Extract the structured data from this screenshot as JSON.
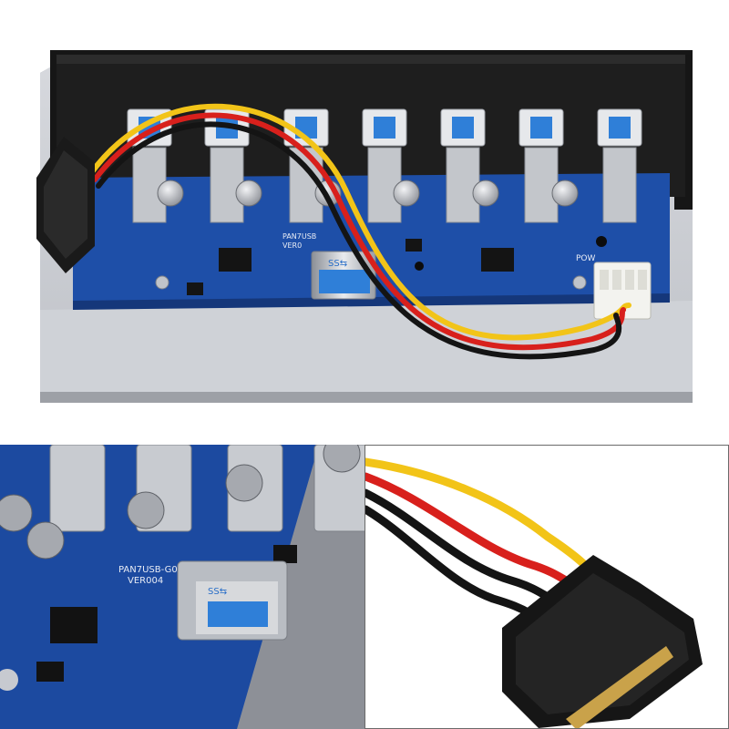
{
  "main_photo": {
    "pcb_labels": {
      "model": "PAN7USB",
      "version": "VER0",
      "power": "POW",
      "usb_symbol": "SS⇆"
    }
  },
  "detail_photo": {
    "pcb_labels": {
      "model": "PAN7USB-G0",
      "version": "VER004",
      "usb_symbol": "SS⇆"
    }
  },
  "colors": {
    "pcb": "#1e4fa8",
    "bracket": "#1a1a1a",
    "tray": "#c9ccd2",
    "usb_blue": "#2f7fd8",
    "wire_yellow": "#f2c418",
    "wire_red": "#d8201c",
    "wire_black": "#141414",
    "sata_plug": "#1a1a1a",
    "molex_plug": "#f3f3ef"
  }
}
